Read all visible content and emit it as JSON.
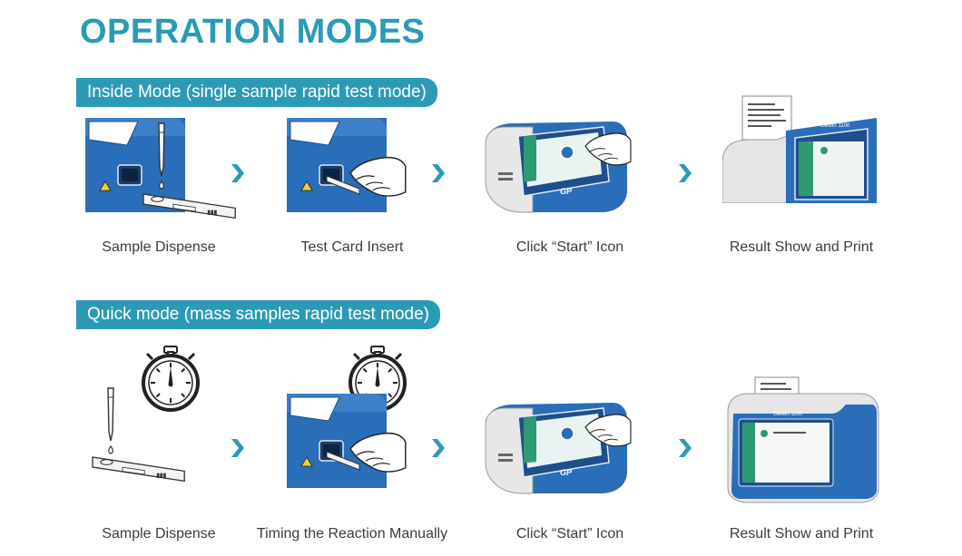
{
  "title": "OPERATION MODES",
  "colors": {
    "accent": "#2b9bb5",
    "device_blue": "#2a6db8",
    "caption_text": "#3c3c3c"
  },
  "modes": [
    {
      "label": "Inside Mode (single sample rapid test mode)",
      "steps": [
        {
          "caption": "Sample Dispense",
          "icon": "pipette-test-card-icon"
        },
        {
          "caption": "Test Card Insert",
          "icon": "card-insert-hand-icon"
        },
        {
          "caption": "Click “Start” Icon",
          "icon": "device-touch-icon"
        },
        {
          "caption": "Result Show and Print",
          "icon": "device-printout-icon"
        }
      ]
    },
    {
      "label": "Quick mode (mass samples rapid test mode)",
      "steps": [
        {
          "caption": "Sample Dispense",
          "icon": "pipette-stopwatch-icon"
        },
        {
          "caption": "Timing the Reaction Manually",
          "icon": "card-insert-stopwatch-icon"
        },
        {
          "caption": "Click “Start” Icon",
          "icon": "device-touch-icon"
        },
        {
          "caption": "Result Show and Print",
          "icon": "device-front-printout-icon"
        }
      ]
    }
  ],
  "device_screen_text": "Getein 1100",
  "device_logo": "GP"
}
